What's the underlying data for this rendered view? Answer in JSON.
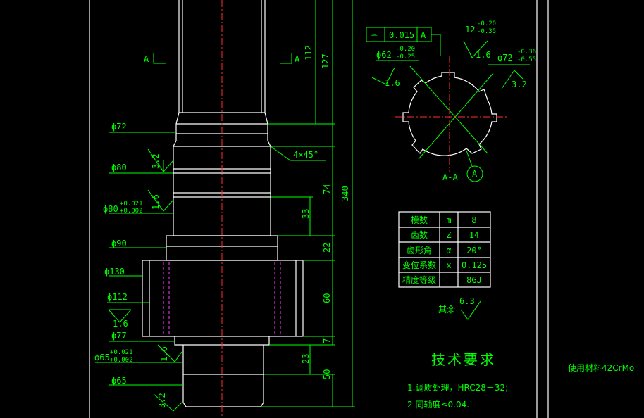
{
  "section_labels": {
    "left": "A",
    "right": "A"
  },
  "dims": {
    "d72": "ϕ72",
    "d80": "ϕ80",
    "d80t": "ϕ80",
    "d80t_up": "+0.021",
    "d80t_lo": "+0.002",
    "d90": "ϕ90",
    "d130": "ϕ130",
    "d112": "ϕ112",
    "d77": "ϕ77",
    "d65t": "ϕ65",
    "d65t_up": "+0.021",
    "d65t_lo": "+0.002",
    "d65": "ϕ65",
    "chamfer": "4×45°",
    "l112": "112",
    "l127": "127",
    "l340": "340",
    "l74": "74",
    "l33": "33",
    "l22": "22",
    "l60": "60",
    "l7": "7",
    "l23": "23",
    "l50": "50"
  },
  "roughness": {
    "r1": "3.2",
    "r2": "1.6",
    "r3": "1.6",
    "r4": "1.6",
    "r5": "3.2"
  },
  "section": {
    "tol_symbol": "⌯",
    "tol_value": "0.015",
    "tol_datum": "A",
    "width": "12",
    "width_up": "-0.20",
    "width_lo": "-0.35",
    "width_ra": "1.6",
    "d62": "ϕ62",
    "d62_up": "-0.20",
    "d62_lo": "-0.25",
    "d62_ra": "1.6",
    "d72": "ϕ72",
    "d72_up": "-0.36",
    "d72_lo": "-0.55",
    "d72_ra": "3.2",
    "view_label": "A-A",
    "datum": "A"
  },
  "gear_table": [
    [
      "模数",
      "m",
      "8"
    ],
    [
      "齿数",
      "Z",
      "14"
    ],
    [
      "齿形角",
      "α",
      "20°"
    ],
    [
      "变位系数",
      "x",
      "0.125"
    ],
    [
      "精度等级",
      "",
      "8GJ"
    ]
  ],
  "rest": {
    "label": "其余",
    "value": "6.3"
  },
  "tech": {
    "title": "技术要求",
    "items": [
      "1.调质处理，HRC28－32;",
      "2.同轴度≤0.04."
    ]
  },
  "material": "使用材料42CrMo",
  "colors": {
    "line": "#00ff00",
    "outline": "#ffffff",
    "center": "#ff2b2b",
    "hidden": "#ff3cff",
    "background": "#000000"
  }
}
